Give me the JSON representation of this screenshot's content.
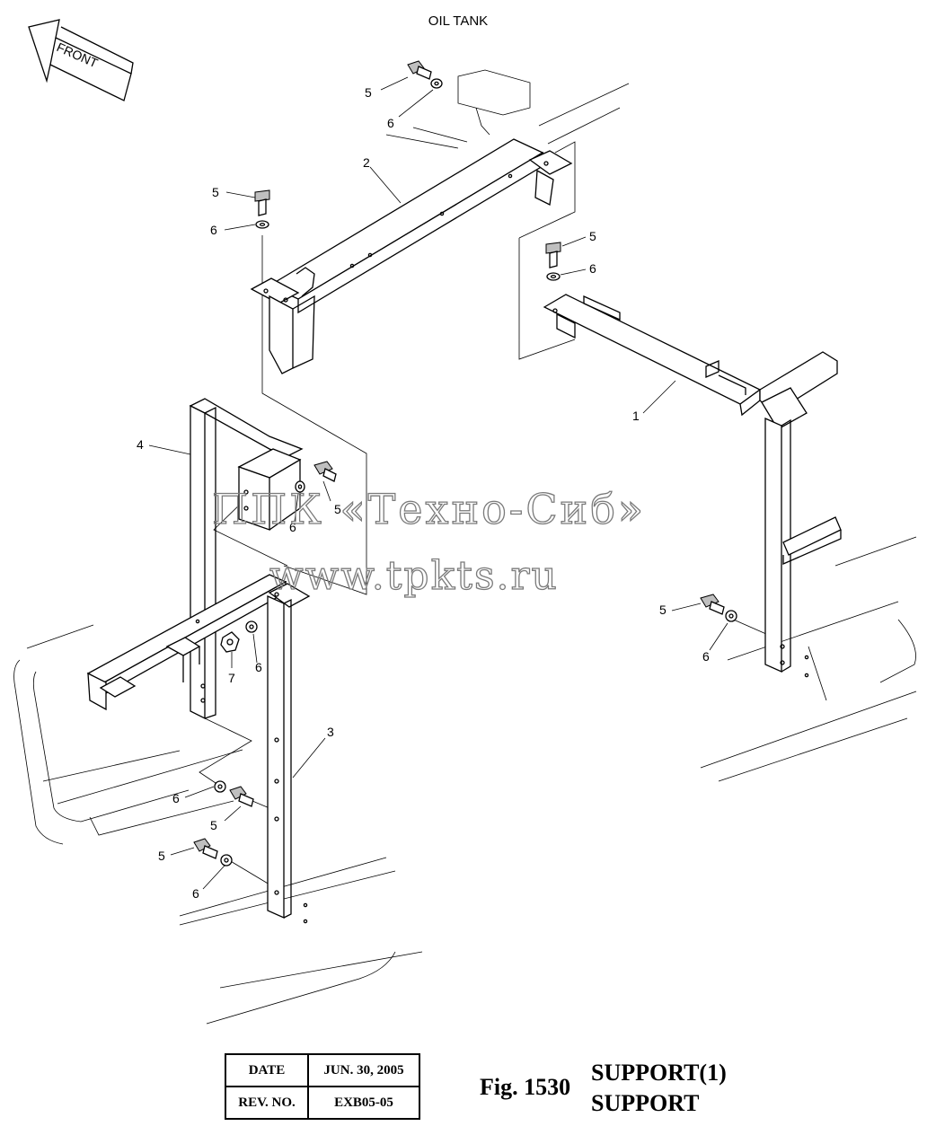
{
  "header": {
    "title": "OIL TANK"
  },
  "direction_arrow": {
    "label": "FRONT"
  },
  "callouts": {
    "top_bolt_num": "5",
    "top_washer_num": "6",
    "part2_num": "2",
    "left_bolt_num": "5",
    "left_washer_num": "6",
    "right_bolt_num": "5",
    "right_washer_num": "6",
    "part1_num": "1",
    "part4_num": "4",
    "mid_bolt_num": "5",
    "mid_washer_num": "6",
    "nut_num": "7",
    "nut_washer_num": "6",
    "part3_num": "3",
    "lower_r_bolt_num": "5",
    "lower_r_washer_num": "6",
    "lower_l_washer_num": "6",
    "lower_l_bolt_num": "5",
    "bottom_bolt_num": "5",
    "bottom_washer_num": "6"
  },
  "watermark": {
    "line1": "ППК «Техно-Сиб»",
    "line2": "www.tpkts.ru"
  },
  "info_table": {
    "date_label": "DATE",
    "date_value": "JUN. 30, 2005",
    "rev_label": "REV. NO.",
    "rev_value": "EXB05-05"
  },
  "figure": {
    "number": "Fig. 1530",
    "title_line1": "SUPPORT(1)",
    "title_line2": "SUPPORT"
  }
}
